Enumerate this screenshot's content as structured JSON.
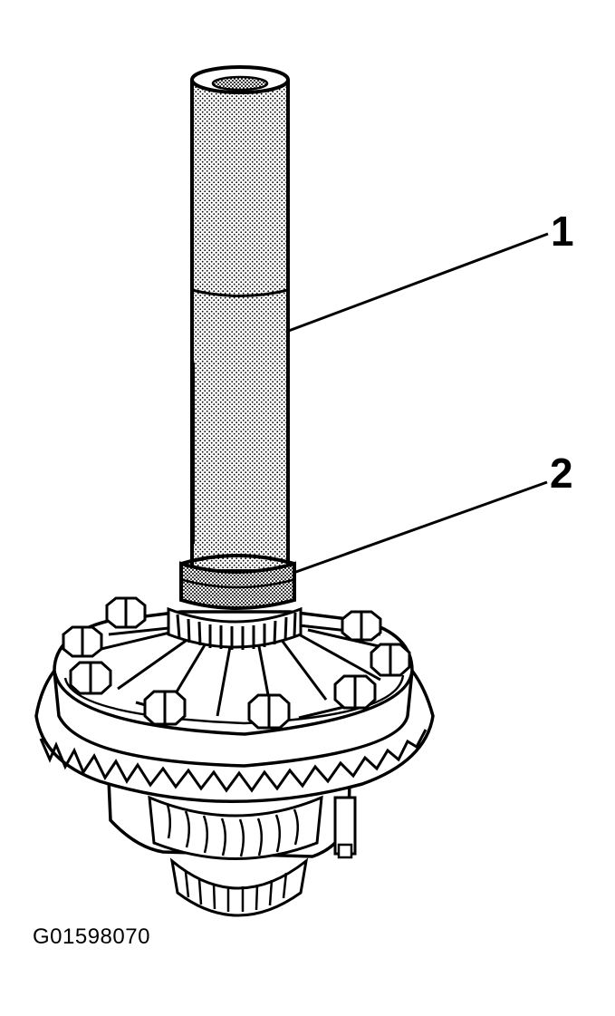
{
  "callouts": [
    {
      "number": "1"
    },
    {
      "number": "2"
    }
  ],
  "figure_code": "G01598070",
  "colors": {
    "ink": "#000000",
    "paper": "#ffffff"
  }
}
